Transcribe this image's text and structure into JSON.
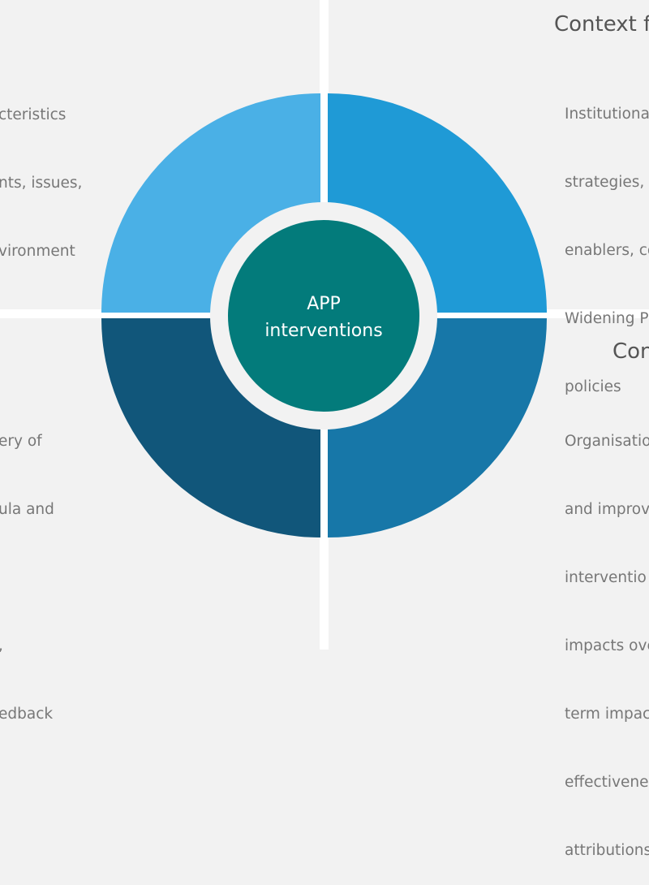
{
  "quadrants": {
    "top_left": {
      "lines": [
        "cteristics",
        "nts, issues,",
        "vironment"
      ]
    },
    "top_right": {
      "heading": "Context f",
      "lines": [
        "Institutiona",
        "strategies, ",
        "enablers, co",
        "Widening P",
        "policies"
      ]
    },
    "bottom_left": {
      "lines": [
        "ery of",
        "ula and",
        "",
        ",",
        "edback"
      ]
    },
    "bottom_right": {
      "heading": "Con",
      "lines": [
        "Organisatio",
        "and improv",
        "interventio",
        "impacts ove",
        "term impac",
        "effectivene",
        "attributions"
      ]
    }
  },
  "wheel": {
    "center_label": [
      "APP",
      "interventions"
    ],
    "colors": {
      "top_left": "#4ab0e6",
      "top_right": "#1f9ad6",
      "bottom_left": "#11567a",
      "bottom_right": "#1777a8",
      "center": "#037b7b",
      "ring_gap": "#f2f2f2"
    }
  }
}
